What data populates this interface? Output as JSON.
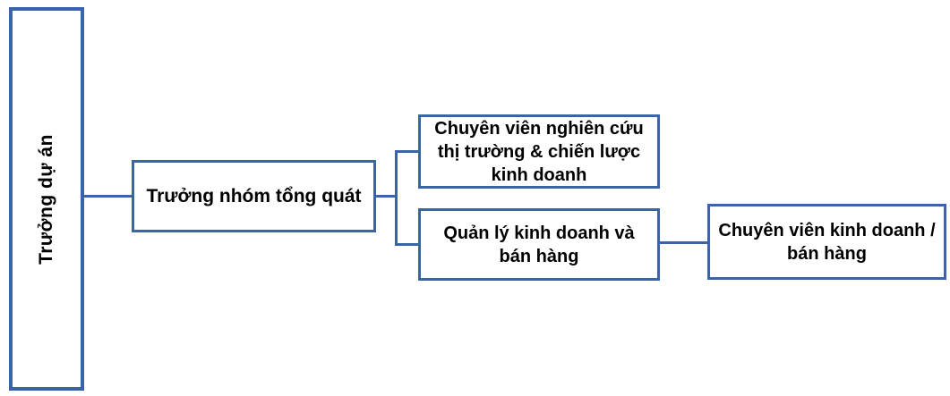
{
  "diagram": {
    "type": "org-chart",
    "accent_color": "#3b63ac",
    "text_color": "#000000",
    "background_color": "#ffffff",
    "nodes": {
      "project_lead": {
        "label": "Trưởng dự án"
      },
      "general_team_lead": {
        "label": "Trưởng nhóm tổng quát"
      },
      "market_research": {
        "label": "Chuyên viên nghiên cứu\nthị trường & chiến lược\nkinh doanh"
      },
      "sales_manager": {
        "label": "Quản lý kinh doanh và\nbán hàng"
      },
      "sales_specialist": {
        "label": "Chuyên viên kinh doanh /\nbán hàng"
      }
    },
    "edges": [
      {
        "from": "project_lead",
        "to": "general_team_lead"
      },
      {
        "from": "general_team_lead",
        "to": "market_research"
      },
      {
        "from": "general_team_lead",
        "to": "sales_manager"
      },
      {
        "from": "sales_manager",
        "to": "sales_specialist"
      }
    ]
  }
}
